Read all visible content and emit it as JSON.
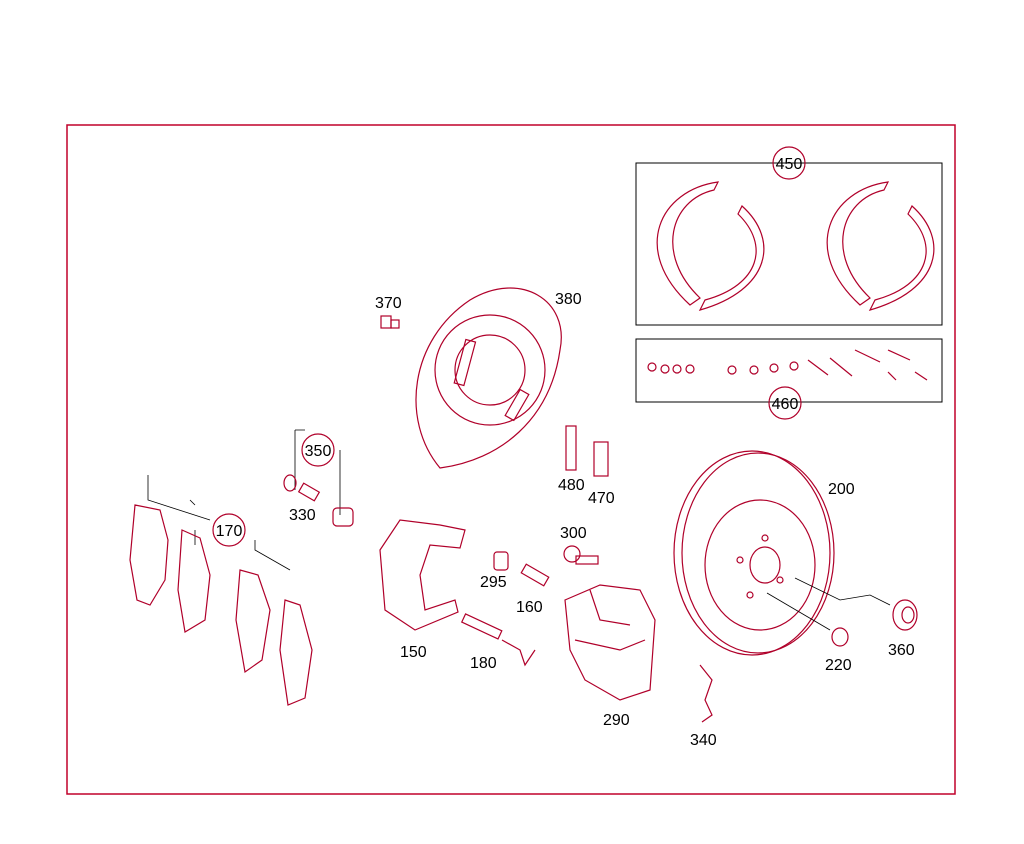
{
  "diagram": {
    "frame_color": "#c0002a",
    "part_color": "#b0002a",
    "labels": {
      "p450": "450",
      "p460": "460",
      "p370": "370",
      "p380": "380",
      "p350": "350",
      "p330": "330",
      "p170": "170",
      "p480": "480",
      "p470": "470",
      "p300": "300",
      "p295": "295",
      "p160": "160",
      "p150": "150",
      "p180": "180",
      "p290": "290",
      "p340": "340",
      "p200": "200",
      "p220": "220",
      "p360": "360"
    }
  }
}
